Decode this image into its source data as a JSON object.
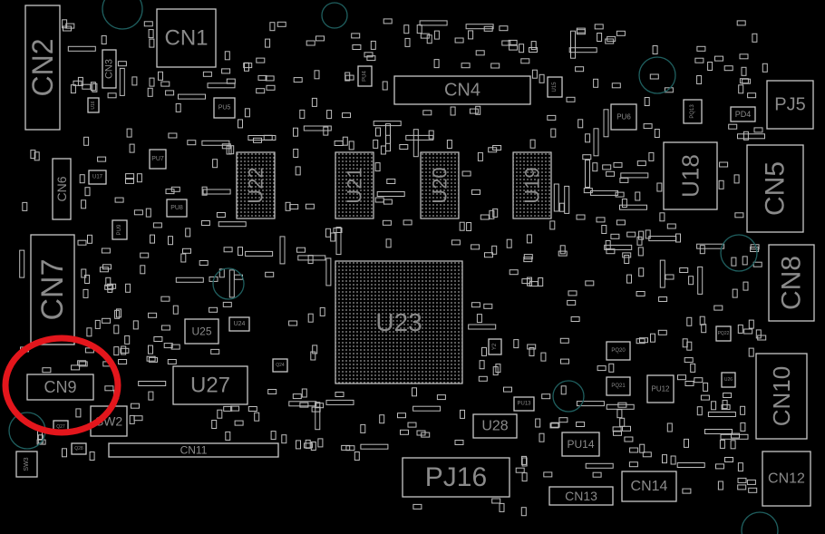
{
  "board": {
    "background": "#000000",
    "outline_color": "#c8c8c8",
    "label_color": "#8a8a8a",
    "mounting_hole_color": "#1f5f5f",
    "highlight": {
      "target": "CN9",
      "shape": "circle",
      "color": "#e3161c"
    }
  },
  "components": [
    {
      "ref": "CN1"
    },
    {
      "ref": "CN2"
    },
    {
      "ref": "CN3"
    },
    {
      "ref": "CN4"
    },
    {
      "ref": "CN5"
    },
    {
      "ref": "CN6"
    },
    {
      "ref": "CN7"
    },
    {
      "ref": "CN8"
    },
    {
      "ref": "CN9"
    },
    {
      "ref": "CN10"
    },
    {
      "ref": "CN11"
    },
    {
      "ref": "CN12"
    },
    {
      "ref": "CN13"
    },
    {
      "ref": "CN14"
    },
    {
      "ref": "PJ5"
    },
    {
      "ref": "PJ16"
    },
    {
      "ref": "PD4"
    },
    {
      "ref": "PQ13"
    },
    {
      "ref": "PU4"
    },
    {
      "ref": "PU5"
    },
    {
      "ref": "PU6"
    },
    {
      "ref": "PU7"
    },
    {
      "ref": "PU8"
    },
    {
      "ref": "PU9"
    },
    {
      "ref": "PU12"
    },
    {
      "ref": "PU13"
    },
    {
      "ref": "PU14"
    },
    {
      "ref": "PQ20"
    },
    {
      "ref": "PQ21"
    },
    {
      "ref": "PQ22"
    },
    {
      "ref": "U15"
    },
    {
      "ref": "U16"
    },
    {
      "ref": "U17"
    },
    {
      "ref": "U18"
    },
    {
      "ref": "U19"
    },
    {
      "ref": "U20"
    },
    {
      "ref": "U21"
    },
    {
      "ref": "U22"
    },
    {
      "ref": "U23"
    },
    {
      "ref": "U24"
    },
    {
      "ref": "U25"
    },
    {
      "ref": "U26"
    },
    {
      "ref": "U27"
    },
    {
      "ref": "U28"
    },
    {
      "ref": "Y2"
    },
    {
      "ref": "SW2"
    },
    {
      "ref": "SW3"
    },
    {
      "ref": "Q27"
    },
    {
      "ref": "Q28"
    },
    {
      "ref": "Q24"
    }
  ]
}
